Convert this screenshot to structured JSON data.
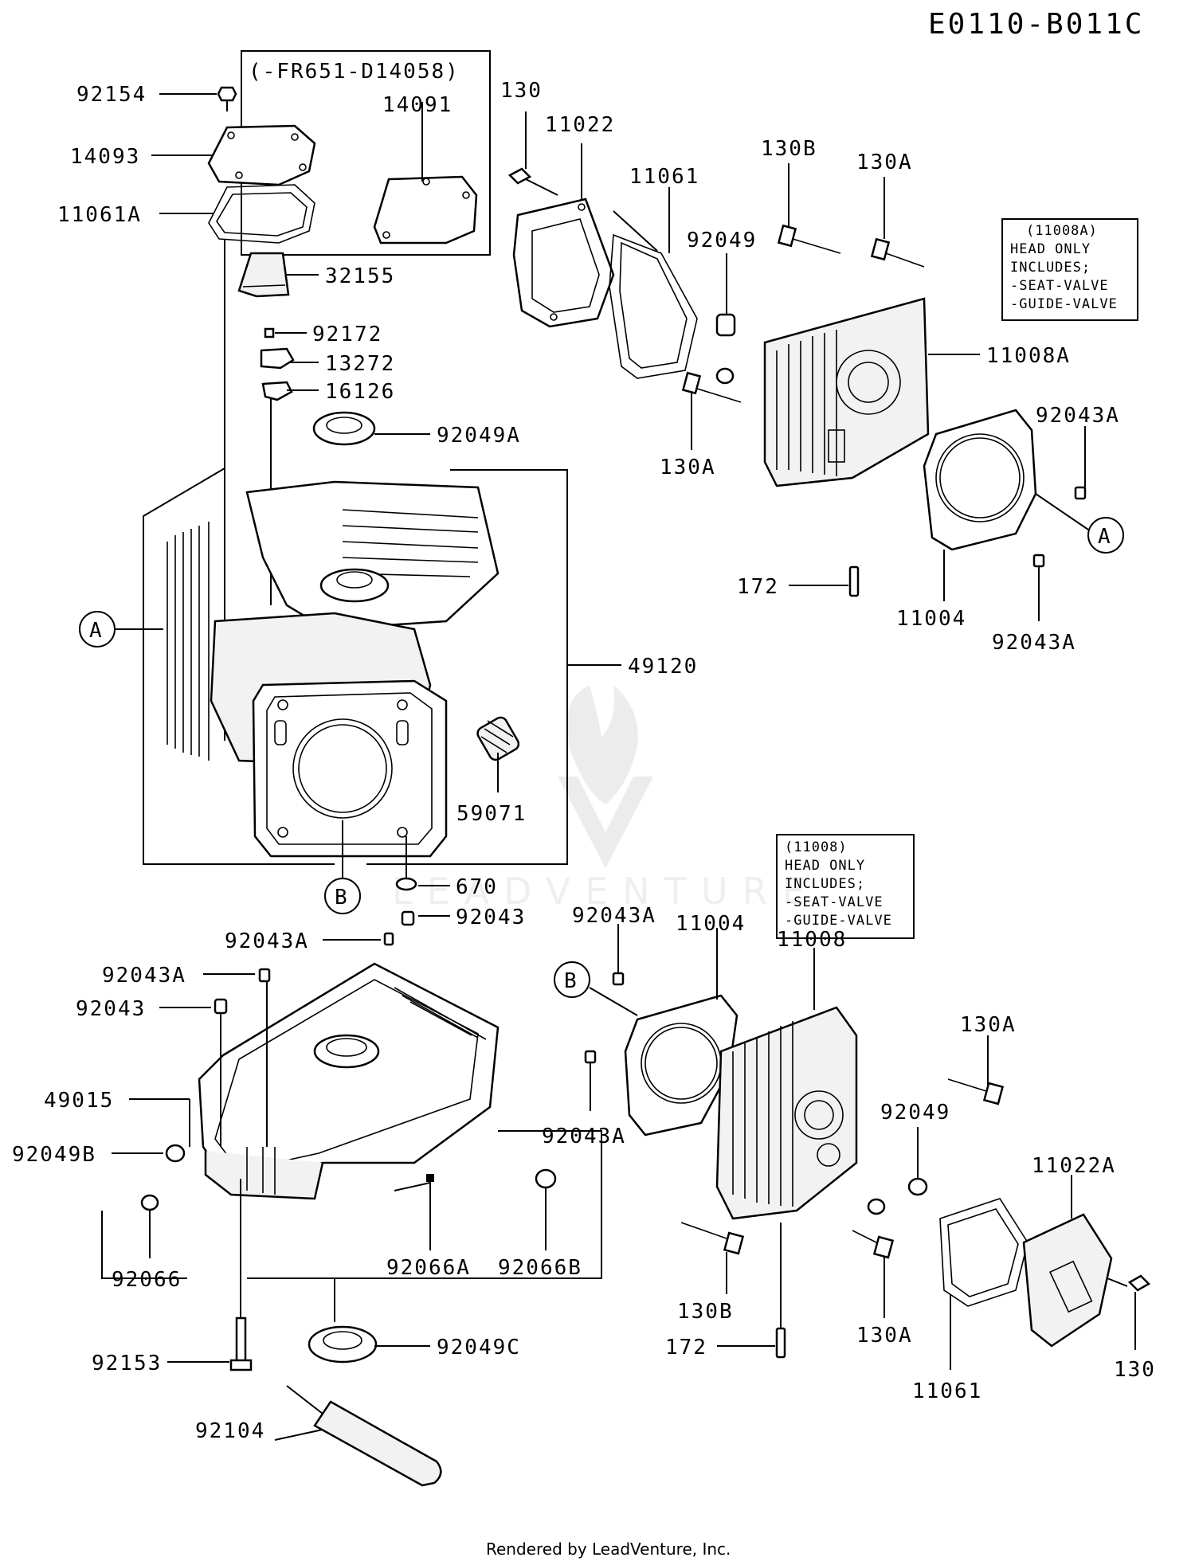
{
  "diagram_id": "E0110-B011C",
  "footer": "Rendered by LeadVenture, Inc.",
  "watermark": "LEADVENTURE",
  "serial_note": "(-FR651-D14058)",
  "notes": {
    "head_a": [
      "(11008A)",
      "HEAD ONLY",
      "INCLUDES;",
      "-SEAT-VALVE",
      "-GUIDE-VALVE"
    ],
    "head": [
      "(11008)",
      "HEAD ONLY",
      "INCLUDES;",
      "-SEAT-VALVE",
      "-GUIDE-VALVE"
    ]
  },
  "callouts": {
    "a": "A",
    "b": "B"
  },
  "labels": {
    "l92154": "92154",
    "l14093": "14093",
    "l11061A": "11061A",
    "l14091": "14091",
    "l32155": "32155",
    "l92172": "92172",
    "l13272": "13272",
    "l16126": "16126",
    "l92049A": "92049A",
    "l49120": "49120",
    "l59071": "59071",
    "l670": "670",
    "l92043_top": "92043",
    "l92043A_1": "92043A",
    "l92043A_2": "92043A",
    "l92043_left": "92043",
    "l49015": "49015",
    "l92049B": "92049B",
    "l92066": "92066",
    "l92066A": "92066A",
    "l92066B": "92066B",
    "l92153": "92153",
    "l92049C": "92049C",
    "l92104": "92104",
    "l130_top": "130",
    "l11022": "11022",
    "l11061_top": "11061",
    "l92049_top": "92049",
    "l130B_top": "130B",
    "l130A_top": "130A",
    "l11008A": "11008A",
    "l130A_mid": "130A",
    "l92043A_ra": "92043A",
    "l172_top": "172",
    "l11004_top": "11004",
    "l92043A_rb": "92043A",
    "l92043A_b1": "92043A",
    "l11004_bot": "11004",
    "l11008": "11008",
    "l130A_b1": "130A",
    "l92043A_b2": "92043A",
    "l92049_bot": "92049",
    "l11022A": "11022A",
    "l130B_bot": "130B",
    "l130A_b2": "130A",
    "l172_bot": "172",
    "l11061_bot": "11061",
    "l130_bot": "130"
  }
}
